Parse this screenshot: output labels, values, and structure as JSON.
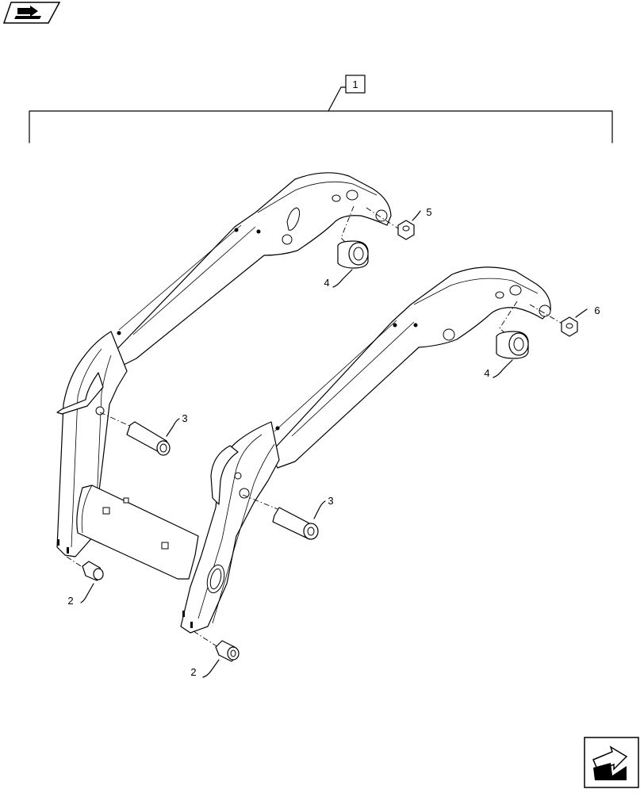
{
  "assembly": {
    "ref": "1"
  },
  "callouts": [
    {
      "id": "pin-left-bottom",
      "label": "2"
    },
    {
      "id": "pin-right-bottom",
      "label": "2"
    },
    {
      "id": "pin-left-mid",
      "label": "3"
    },
    {
      "id": "pin-right-mid",
      "label": "3"
    },
    {
      "id": "bush-left-top",
      "label": "4"
    },
    {
      "id": "bush-right-top",
      "label": "4"
    },
    {
      "id": "nut-left-top",
      "label": "5"
    },
    {
      "id": "nut-right-top",
      "label": "6"
    }
  ],
  "icons": {
    "top_left": "book-arrow-icon",
    "bottom_right": "next-page-arrow-icon"
  }
}
